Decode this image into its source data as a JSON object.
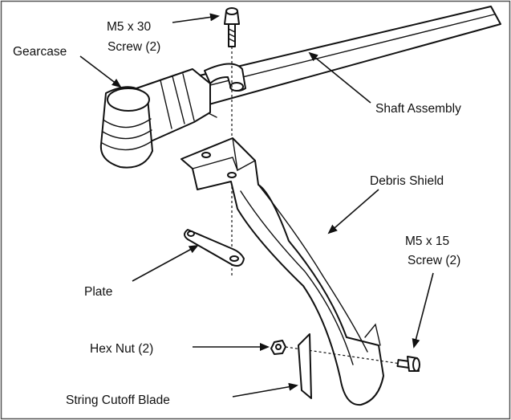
{
  "labels": {
    "screw_top_size": "M5 x 30",
    "screw_top_qty": "Screw (2)",
    "gearcase": "Gearcase",
    "shaft_assembly": "Shaft Assembly",
    "debris_shield": "Debris Shield",
    "screw_side_size": "M5 x 15",
    "screw_side_qty": "Screw (2)",
    "plate": "Plate",
    "hex_nut": "Hex Nut (2)",
    "string_cutoff_blade": "String Cutoff Blade"
  },
  "colors": {
    "line": "#111111",
    "background": "#ffffff",
    "frame": "#555555"
  }
}
